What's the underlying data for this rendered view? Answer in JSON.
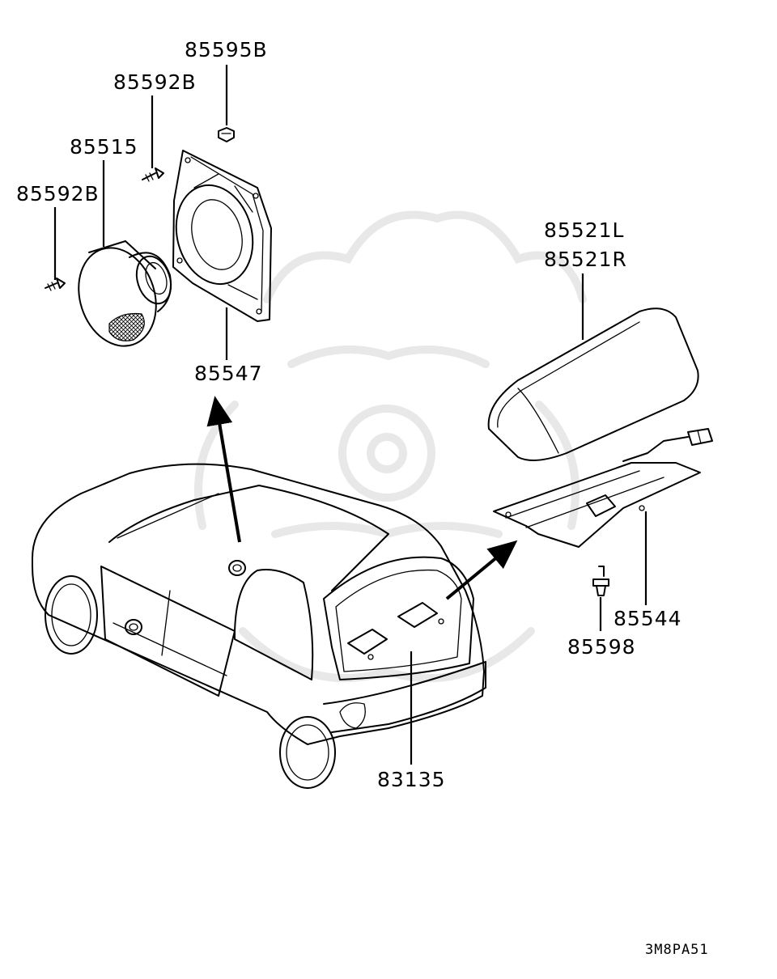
{
  "diagram": {
    "parts": {
      "p85595B": "85595B",
      "p85592B_top": "85592B",
      "p85515": "85515",
      "p85592B_left": "85592B",
      "p85547": "85547",
      "p85521L": "85521L",
      "p85521R": "85521R",
      "p85544": "85544",
      "p85598": "85598",
      "p83135": "83135"
    },
    "figure_code": "3M8PA51"
  }
}
